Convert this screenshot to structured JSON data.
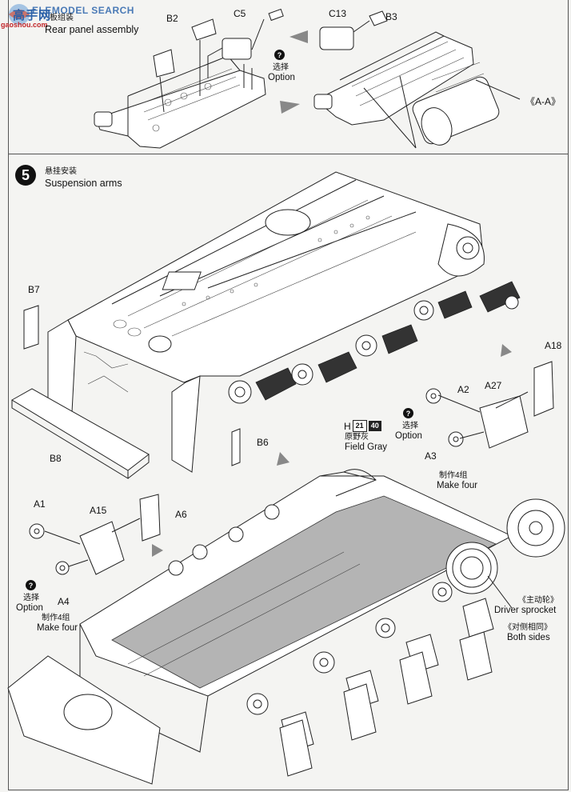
{
  "watermark": {
    "name": "ELEMODEL SEARCH",
    "cn": "高手网",
    "url": "gaoshou.com"
  },
  "rear_panel": {
    "title_cn": "板组装",
    "title_en": "Rear panel assembly",
    "labels": {
      "b2": "B2",
      "c5": "C5",
      "c13": "C13",
      "b3": "B3",
      "aa": "《A-A》"
    },
    "option_cn": "选择",
    "option_en": "Option"
  },
  "suspension": {
    "step": "5",
    "title_cn": "悬挂安装",
    "title_en": "Suspension arms",
    "labels": {
      "b7": "B7",
      "b8": "B8",
      "b6": "B6",
      "a18": "A18",
      "a2": "A2",
      "a27": "A27",
      "a3": "A3",
      "a1": "A1",
      "a15": "A15",
      "a6": "A6",
      "a4": "A4"
    },
    "option_cn": "选择",
    "option_en": "Option",
    "paint": {
      "letter": "H",
      "code1": "21",
      "code2": "40",
      "name_cn": "原野灰",
      "name_en": "Field Gray"
    },
    "make_four_cn": "制作4组",
    "make_four_en": "Make four",
    "sprocket_cn": "《主动轮》",
    "sprocket_en": "Driver sprocket",
    "both_sides_cn": "《对侧相同》",
    "both_sides_en": "Both sides"
  }
}
